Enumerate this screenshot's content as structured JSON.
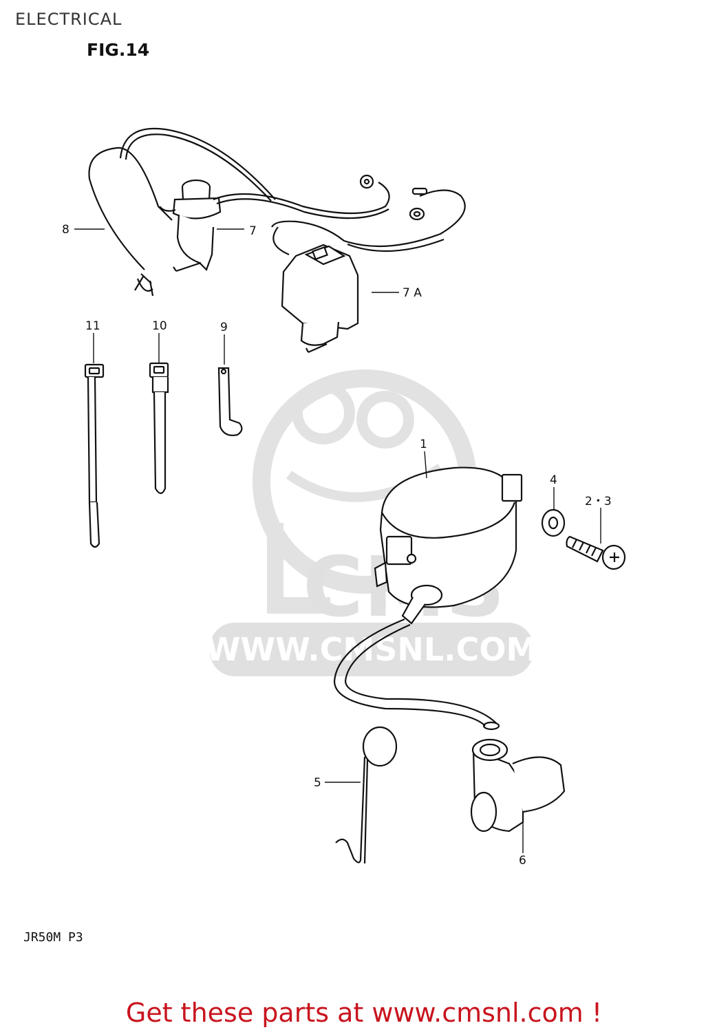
{
  "header": {
    "section_title": "ELECTRICAL",
    "figure_title": "FIG.14"
  },
  "watermark": {
    "brand": "CMS",
    "url": "WWW.CMSNL.COM",
    "color": "#dcdcdc"
  },
  "callouts": [
    {
      "id": "1",
      "label": "1"
    },
    {
      "id": "2-3",
      "label": "2・3"
    },
    {
      "id": "4",
      "label": "4"
    },
    {
      "id": "5",
      "label": "5"
    },
    {
      "id": "6",
      "label": "6"
    },
    {
      "id": "7",
      "label": "7"
    },
    {
      "id": "7A",
      "label": "7 A"
    },
    {
      "id": "8",
      "label": "8"
    },
    {
      "id": "9",
      "label": "9"
    },
    {
      "id": "10",
      "label": "10"
    },
    {
      "id": "11",
      "label": "11"
    }
  ],
  "footer": {
    "model_code": "JR50M P3",
    "promo": "Get these parts at www.cmsnl.com !",
    "promo_color": "#c8141e"
  }
}
